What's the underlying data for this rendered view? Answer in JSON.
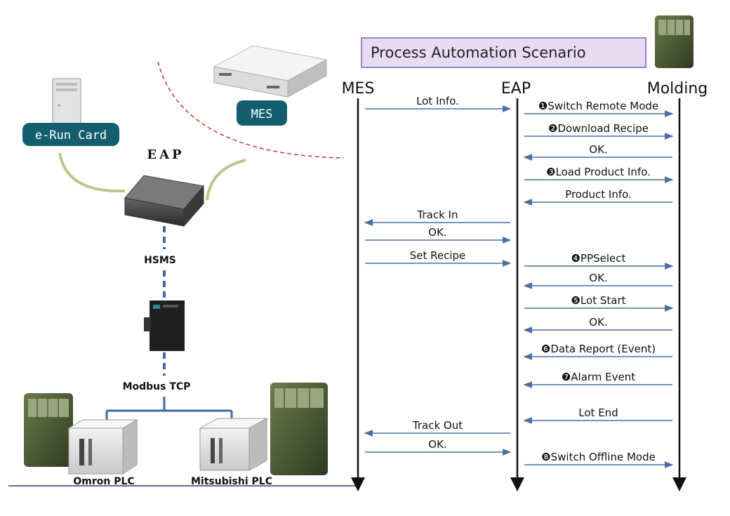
{
  "title": "Process Automation Scenario",
  "lifelines": {
    "mes": "MES",
    "eap": "EAP",
    "molding": "Molding"
  },
  "left": {
    "erun_card": "e-Run Card",
    "mes_box": "MES",
    "eap_title": "EAP",
    "hsms": "HSMS",
    "modbus": "Modbus TCP",
    "omron": "Omron PLC",
    "mitsubishi": "Mitsubishi PLC"
  },
  "messages": [
    {
      "text": "Lot Info.",
      "from": "MES",
      "to": "EAP"
    },
    {
      "text": "❶Switch Remote Mode",
      "from": "EAP",
      "to": "Molding"
    },
    {
      "text": "❷Download Recipe",
      "from": "EAP",
      "to": "Molding"
    },
    {
      "text": "OK.",
      "from": "Molding",
      "to": "EAP"
    },
    {
      "text": "❸Load Product Info.",
      "from": "EAP",
      "to": "Molding"
    },
    {
      "text": "Product Info.",
      "from": "Molding",
      "to": "EAP"
    },
    {
      "text": "Track In",
      "from": "EAP",
      "to": "MES"
    },
    {
      "text": "OK.",
      "from": "MES",
      "to": "EAP"
    },
    {
      "text": "Set Recipe",
      "from": "MES",
      "to": "EAP"
    },
    {
      "text": "❹PPSelect",
      "from": "EAP",
      "to": "Molding"
    },
    {
      "text": "OK.",
      "from": "Molding",
      "to": "EAP"
    },
    {
      "text": "❺Lot Start",
      "from": "EAP",
      "to": "Molding"
    },
    {
      "text": "OK.",
      "from": "Molding",
      "to": "EAP"
    },
    {
      "text": "❻Data Report (Event)",
      "from": "Molding",
      "to": "EAP"
    },
    {
      "text": "❼Alarm Event",
      "from": "Molding",
      "to": "EAP"
    },
    {
      "text": "Lot End",
      "from": "Molding",
      "to": "EAP"
    },
    {
      "text": "Track Out",
      "from": "EAP",
      "to": "MES"
    },
    {
      "text": "OK.",
      "from": "MES",
      "to": "EAP"
    },
    {
      "text": "❽Switch Offline Mode",
      "from": "EAP",
      "to": "Molding"
    }
  ],
  "colors": {
    "arrow": "#4a6fa5",
    "chip": "#135e6e",
    "title_box": "#e8dcf4",
    "title_border": "#7d5ea8",
    "dashed_link": "#3f68a8",
    "green_curve": "#b7c98a",
    "red_dash": "#c0392b"
  }
}
